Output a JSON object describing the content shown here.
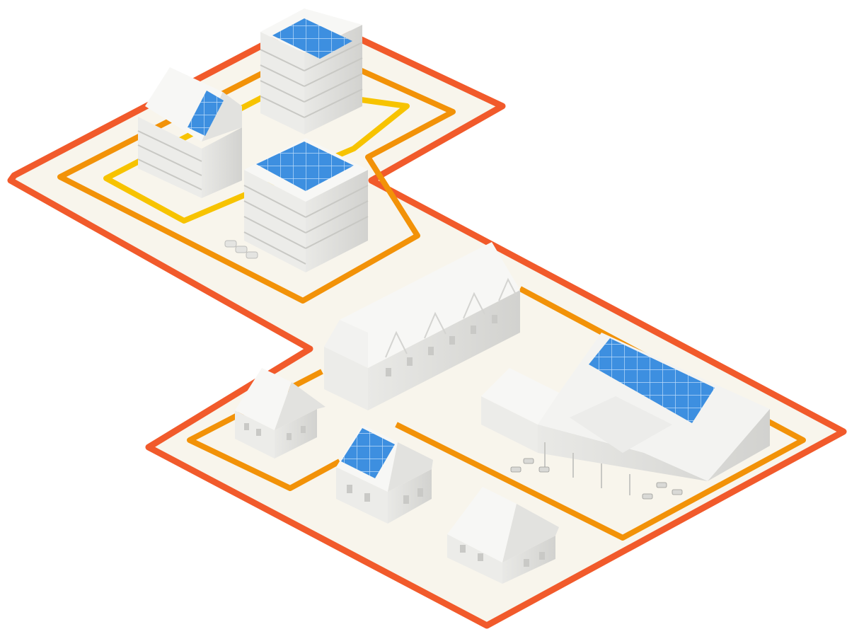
{
  "scene": {
    "description_colors": {
      "background": "#ffffff",
      "platform": "#f8f5ec",
      "outer_boundary": "#f15a2b",
      "middle_boundary": "#f29208",
      "inner_boundary": "#f7c300",
      "building": "#f4f4f2",
      "building_side": "#dcdcda",
      "building_shadow": "#c9c9c6",
      "solar_panel": "#3d8fe0",
      "solar_grid": "#bcdcfb"
    },
    "buildings": [
      {
        "kind": "apartment-block",
        "solar": true
      },
      {
        "kind": "apartment-gable-roof",
        "solar": true
      },
      {
        "kind": "apartment-block",
        "solar": true
      },
      {
        "kind": "row-houses",
        "solar": false
      },
      {
        "kind": "chalet",
        "solar": false
      },
      {
        "kind": "house",
        "solar": true
      },
      {
        "kind": "house",
        "solar": false
      },
      {
        "kind": "farm-barn",
        "solar": true
      }
    ],
    "icons": [
      "car-icon",
      "cow-icon"
    ]
  }
}
